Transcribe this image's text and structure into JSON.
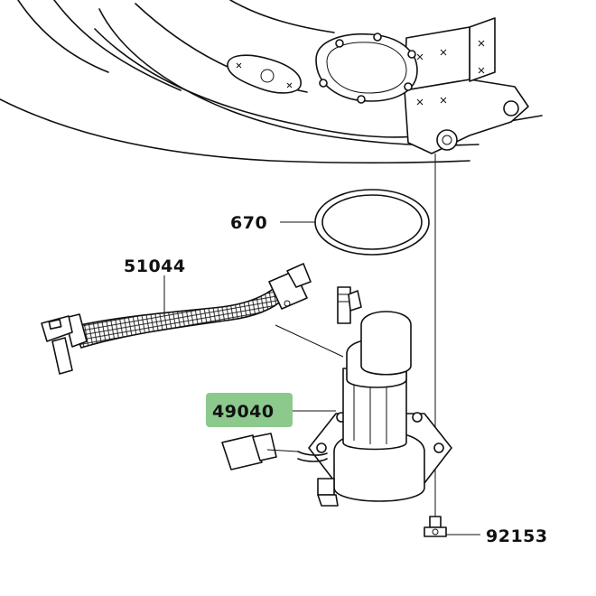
{
  "parts": [
    {
      "number": "670",
      "name": "gasket"
    },
    {
      "number": "51044",
      "name": "fuel-hose"
    },
    {
      "number": "49040",
      "name": "fuel-pump",
      "highlighted": true
    },
    {
      "number": "92153",
      "name": "bolt"
    }
  ],
  "colors": {
    "line": "#111111",
    "highlight": "#8cc98c",
    "background": "#ffffff"
  }
}
